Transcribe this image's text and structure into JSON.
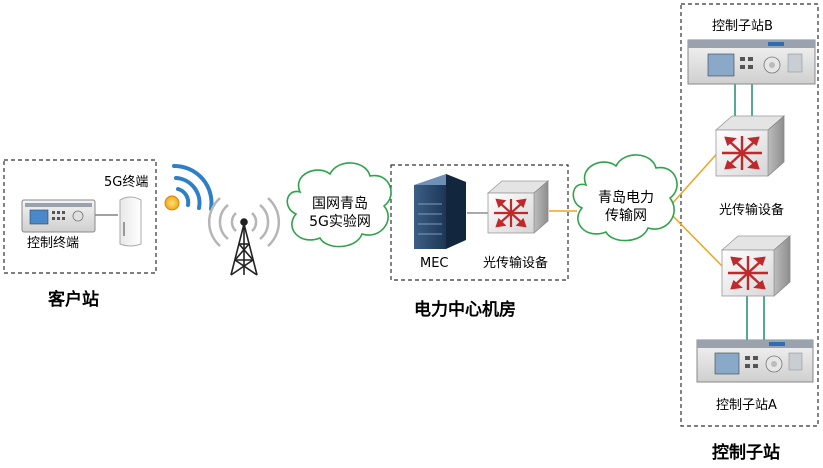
{
  "customer_site": {
    "title": "客户站",
    "terminal_label": "控制终端",
    "g5_terminal_label": "5G终端"
  },
  "clouds": {
    "qingdao_5g": {
      "line1": "国网青岛",
      "line2": "5G实验网"
    },
    "qingdao_power": {
      "line1": "青岛电力",
      "line2": "传输网"
    }
  },
  "center_room": {
    "title": "电力中心机房",
    "mec_label": "MEC",
    "optical_label": "光传输设备"
  },
  "control_substation": {
    "title": "控制子站",
    "station_b_label": "控制子站B",
    "station_a_label": "控制子站A",
    "optical_label": "光传输设备"
  },
  "colors": {
    "wifi_blue": "#2f7fc6",
    "link_orange": "#f0a31e",
    "link_teal": "#1f8a6e",
    "cloud_stroke": "#2ea34a",
    "router_red": "#c0292b"
  }
}
